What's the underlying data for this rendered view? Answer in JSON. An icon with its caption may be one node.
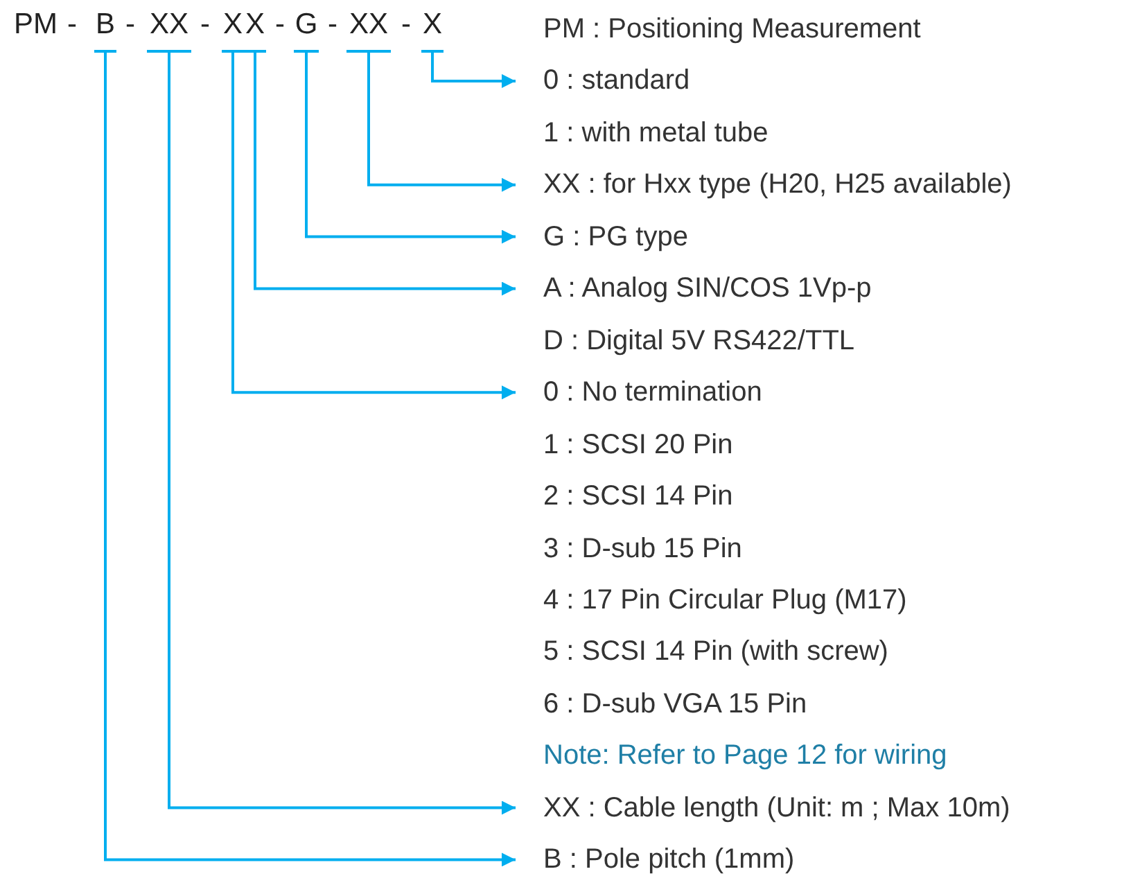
{
  "diagram": {
    "nodes": [
      {
        "text": [
          "B"
        ]
      },
      {
        "text": [
          "XX"
        ]
      },
      {
        "text": [
          "X"
        ]
      },
      {
        "text": [
          "X"
        ]
      },
      {
        "text": [
          "G"
        ]
      },
      {
        "text": [
          "XX"
        ]
      },
      {
        "text": [
          "X"
        ]
      },
      {
        "text": [
          "0 : standard"
        ]
      },
      {
        "text": [
          "XX : for Hxx type (H20, H25 available)"
        ]
      },
      {
        "text": [
          "G : PG type"
        ]
      },
      {
        "text": [
          "A : Analog SIN/COS 1Vp-p"
        ]
      },
      {
        "text": [
          "0 : No termination"
        ]
      },
      {
        "text": [
          "XX : Cable length (Unit: m ; Max 10m)"
        ]
      },
      {
        "text": [
          "B : Pole pitch (1mm)"
        ]
      }
    ],
    "edges": [
      {
        "from": 6,
        "to": 7,
        "arrow": "to"
      },
      {
        "from": 5,
        "to": 8,
        "arrow": "to"
      },
      {
        "from": 4,
        "to": 9,
        "arrow": "to"
      },
      {
        "from": 3,
        "to": 10,
        "arrow": "to"
      },
      {
        "from": 2,
        "to": 11,
        "arrow": "to"
      },
      {
        "from": 1,
        "to": 12,
        "arrow": "to"
      },
      {
        "from": 0,
        "to": 13,
        "arrow": "to"
      }
    ],
    "labels": [
      "PM",
      "-",
      "-",
      "-",
      "-",
      "-",
      "-",
      "PM : Positioning Measurement",
      "1 : with metal tube",
      "D : Digital 5V RS422/TTL",
      "1 : SCSI 20 Pin",
      "2 : SCSI 14 Pin",
      "3 : D-sub 15 Pin",
      "4 : 17 Pin Circular Plug (M17)",
      "5 : SCSI 14 Pin (with screw)",
      "6 : D-sub VGA 15 Pin",
      "Note: Refer to Page 12 for wiring"
    ]
  }
}
